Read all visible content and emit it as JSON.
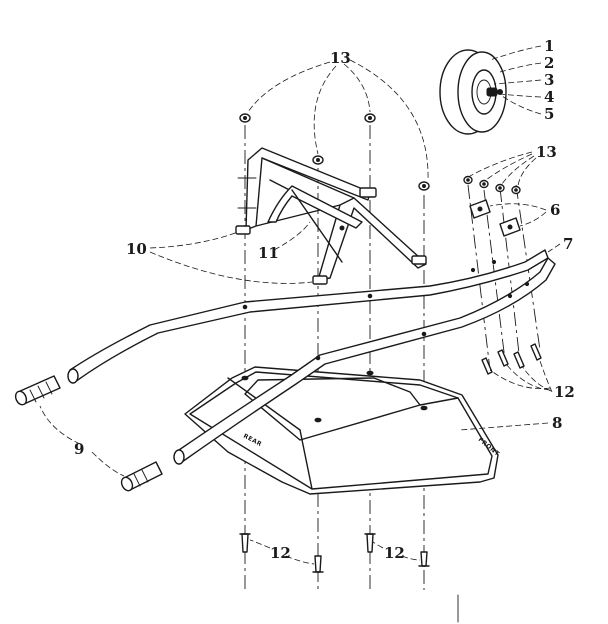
{
  "callouts": {
    "n1": "1",
    "n2": "2",
    "n3": "3",
    "n4": "4",
    "n5": "5",
    "n6": "6",
    "n7": "7",
    "n8": "8",
    "n9": "9",
    "n10": "10",
    "n11": "11",
    "n12_right": "12",
    "n12_bottom_left": "12",
    "n12_bottom_right": "12",
    "n13_top": "13",
    "n13_right": "13"
  },
  "tray_text": {
    "rear": "REAR",
    "front": "FRONT"
  }
}
